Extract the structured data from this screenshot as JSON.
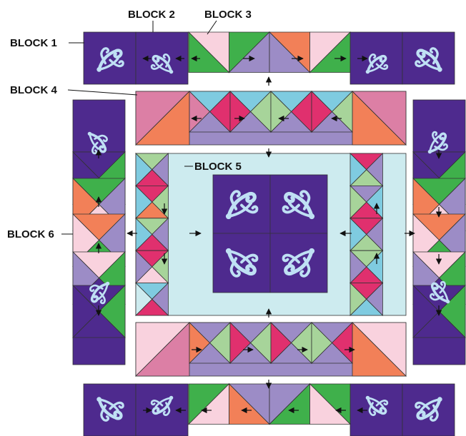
{
  "labels": {
    "block1": "BLOCK 1",
    "block2": "BLOCK 2",
    "block3": "BLOCK 3",
    "block4": "BLOCK 4",
    "block5": "BLOCK 5",
    "block6": "BLOCK 6"
  },
  "colors": {
    "purple": "#4e2a8e",
    "lavender": "#9c8cc6",
    "pink": "#f9d2de",
    "rose": "#dc7fa5",
    "magenta": "#e0306e",
    "orange": "#f28058",
    "green": "#3fb04b",
    "light_green": "#a7d49a",
    "light_blue": "#7fcbe0",
    "pale_blue": "#cdebef",
    "motif": "#bfe0f4",
    "outline": "#333333"
  },
  "icons": [
    "scroll-motif-icon",
    "seam-arrow-icon"
  ]
}
